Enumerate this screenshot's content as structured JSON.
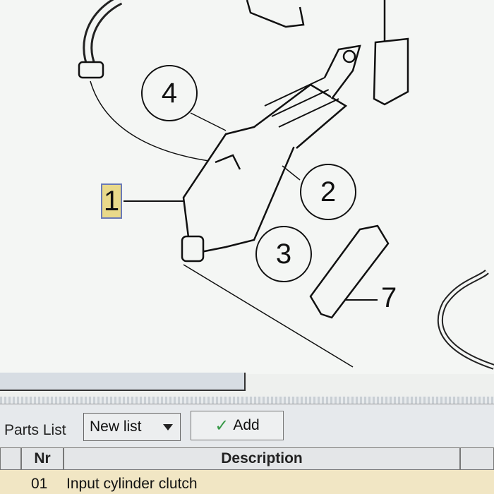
{
  "diagram": {
    "callouts": [
      "4",
      "2",
      "3"
    ],
    "selected_label": "1",
    "label_7": "7"
  },
  "toolbar": {
    "parts_list_label": "Parts List",
    "list_select_value": "New list",
    "add_label": "Add"
  },
  "table": {
    "headers": {
      "nr": "Nr",
      "description": "Description"
    },
    "rows": [
      {
        "nr": "01",
        "description": "Input cylinder clutch"
      }
    ]
  }
}
